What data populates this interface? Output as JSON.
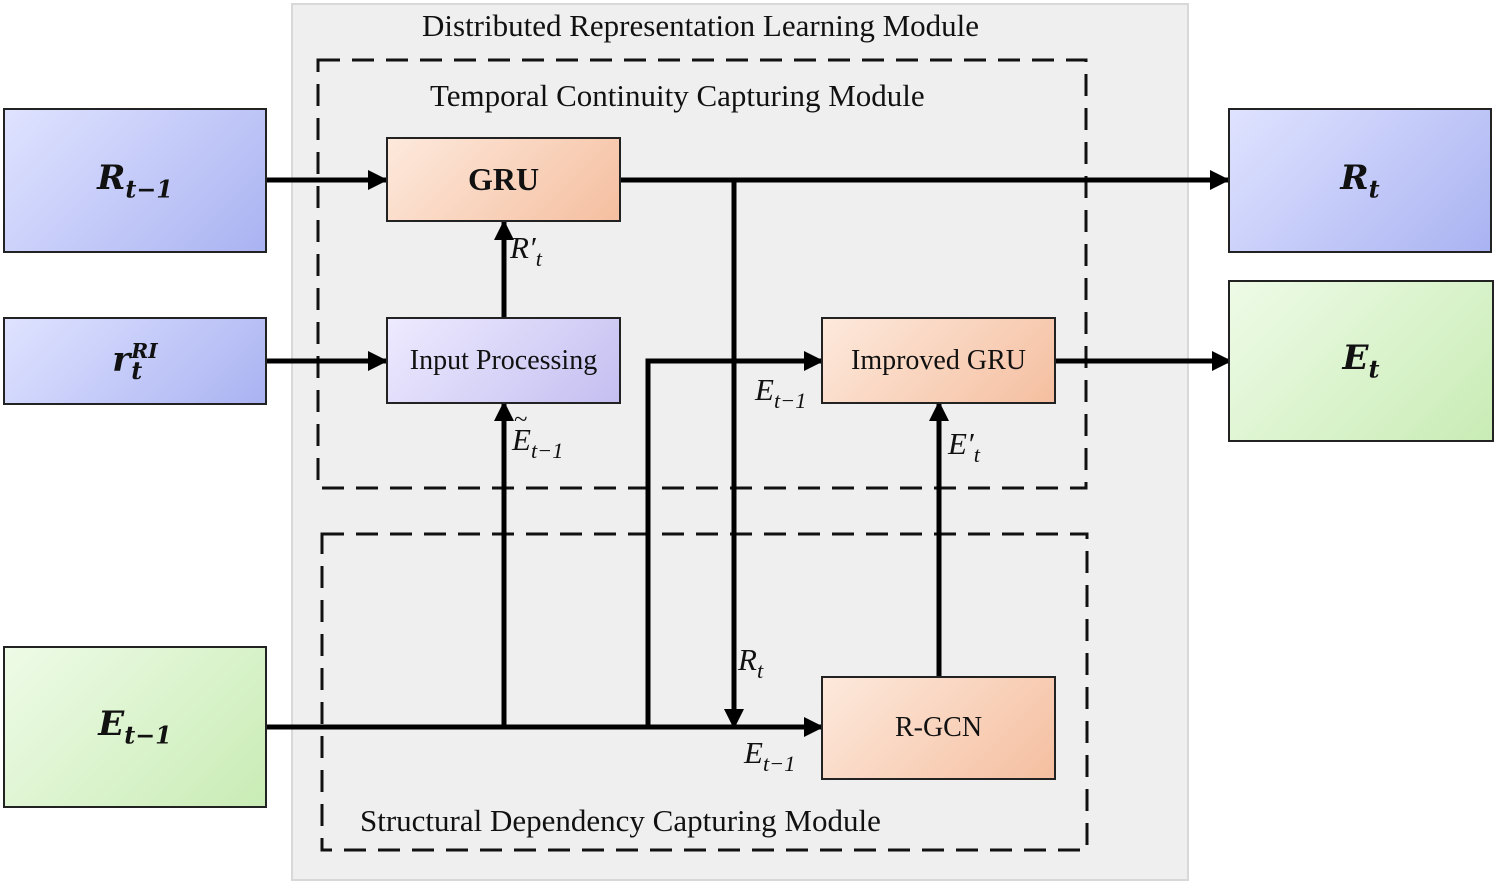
{
  "titles": {
    "outer": "Distributed  Representation  Learning  Module",
    "temporal": "Temporal Continuity Capturing Module",
    "structural": "Structural Dependency Capturing Module"
  },
  "inputs": {
    "r_prev": {
      "main": "R",
      "sub": "t−1"
    },
    "r_ri": {
      "main": "r",
      "sup": "RI",
      "sub": "t"
    },
    "e_prev": {
      "main": "E",
      "sub": "t−1"
    }
  },
  "outputs": {
    "r_t": {
      "main": "R",
      "sub": "t"
    },
    "e_t": {
      "main": "E",
      "sub": "t"
    }
  },
  "modules": {
    "gru": "GRU",
    "input_processing": "Input Processing",
    "improved_gru": "Improved GRU",
    "rgcn": "R-GCN"
  },
  "edge_labels": {
    "r_prime": {
      "main": "R′",
      "sub": "t"
    },
    "e_tilde": {
      "main": "E",
      "sub": "t−1"
    },
    "e_prev_improved": {
      "main": "E",
      "sub": "t−1"
    },
    "e_prime": {
      "main": "E′",
      "sub": "t"
    },
    "r_t_down": {
      "main": "R",
      "sub": "t"
    },
    "e_prev_rgcn": {
      "main": "E",
      "sub": "t−1"
    }
  },
  "colors": {
    "blue_box": "#aab3f2",
    "green_box": "#c9ecb5",
    "orange_box": "#f5bfa0",
    "purple_box": "#c4bff0",
    "panel_bg": "#efefef",
    "line": "#000000"
  }
}
